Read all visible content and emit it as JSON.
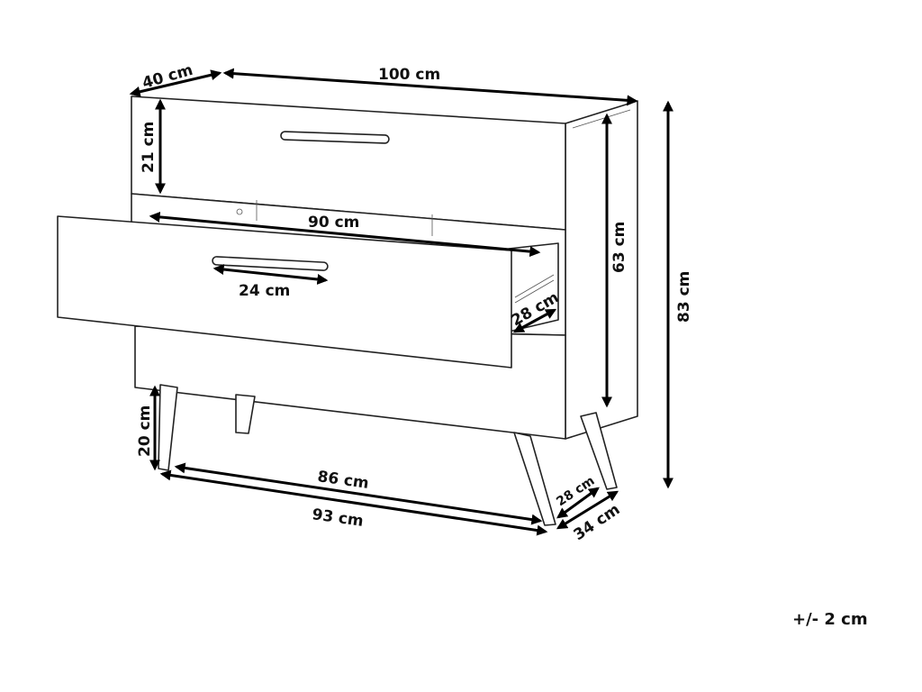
{
  "title": "Chest of drawers dimension diagram",
  "dimensions": {
    "depth_top": "40 cm",
    "width_top": "100 cm",
    "drawer_front_height": "21 cm",
    "drawer_inner_width": "90 cm",
    "handle_length": "24 cm",
    "drawer_inner_depth": "28 cm",
    "body_height": "63 cm",
    "total_height": "83 cm",
    "leg_height": "20 cm",
    "leg_span_inner": "86 cm",
    "leg_span_outer": "93 cm",
    "leg_depth_inner": "28 cm",
    "leg_depth_outer": "34 cm"
  },
  "tolerance": "+/- 2 cm",
  "components": [
    "top-drawer",
    "open-middle-drawer",
    "bottom-drawer",
    "legs",
    "drawer-slide"
  ]
}
